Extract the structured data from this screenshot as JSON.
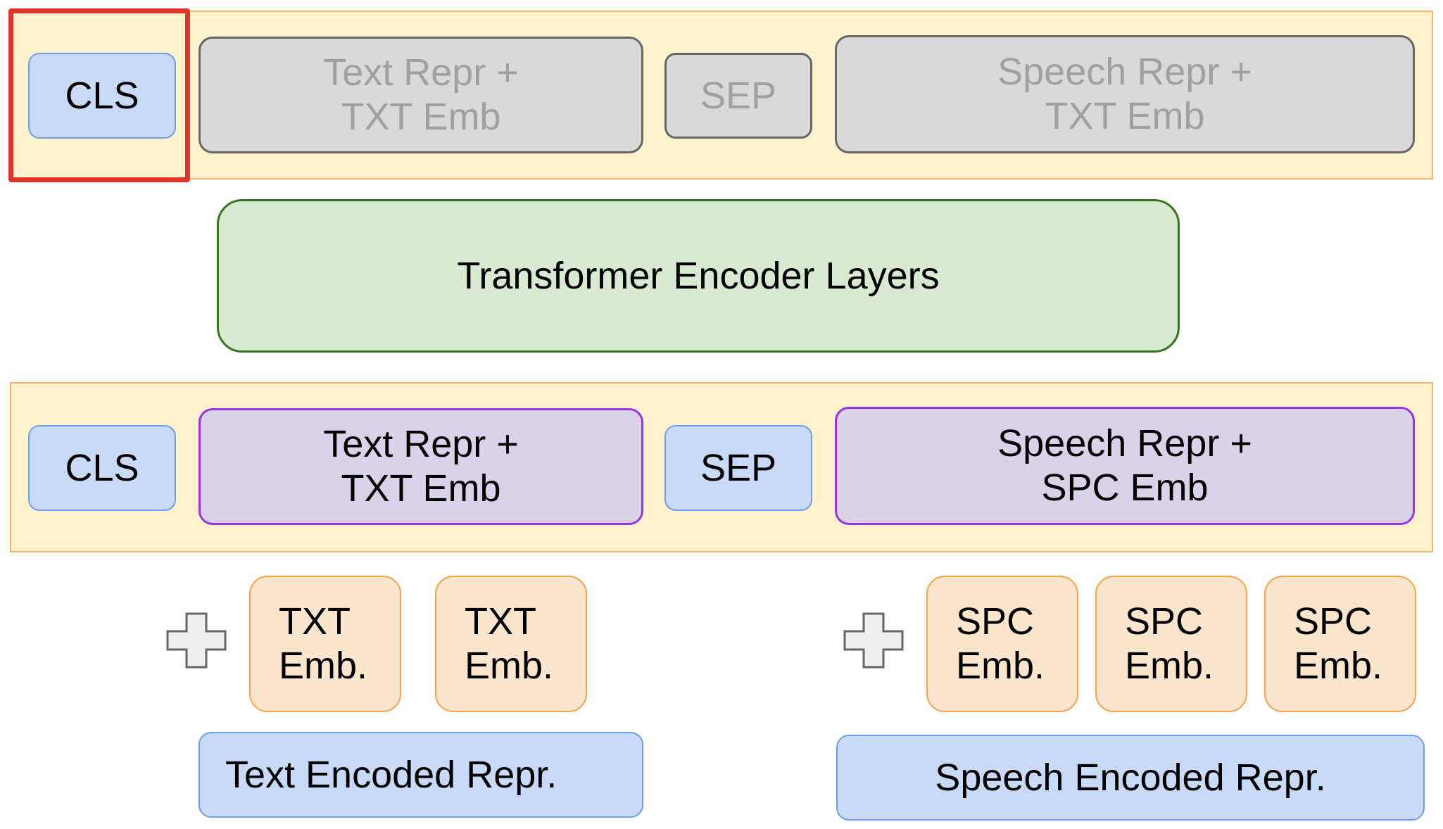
{
  "top_row": {
    "cls": "CLS",
    "text_repr": [
      "Text Repr +",
      "TXT Emb"
    ],
    "sep": "SEP",
    "speech_repr": [
      "Speech Repr +",
      "TXT Emb"
    ]
  },
  "encoder": {
    "label": "Transformer Encoder Layers"
  },
  "bottom_row": {
    "cls": "CLS",
    "text_repr": [
      "Text Repr +",
      "TXT Emb"
    ],
    "sep": "SEP",
    "speech_repr": [
      "Speech Repr +",
      "SPC Emb"
    ]
  },
  "text_embeddings": [
    [
      "TXT",
      "Emb."
    ],
    [
      "TXT",
      "Emb."
    ]
  ],
  "speech_embeddings": [
    [
      "SPC",
      "Emb."
    ],
    [
      "SPC",
      "Emb."
    ],
    [
      "SPC",
      "Emb."
    ]
  ],
  "text_encoded": "Text Encoded Repr.",
  "speech_encoded": "Speech Encoded Repr.",
  "icons": [
    "plus-icon",
    "plus-icon"
  ],
  "colors": {
    "panel": "#fff2cc",
    "token_blue": "#c9daf8",
    "greyed": "#d9d9d9",
    "purple": "#d9d2e9",
    "encoder_green": "#d9ead3",
    "embedding_peach": "#fce5cd",
    "highlight_red": "#e0362a"
  }
}
